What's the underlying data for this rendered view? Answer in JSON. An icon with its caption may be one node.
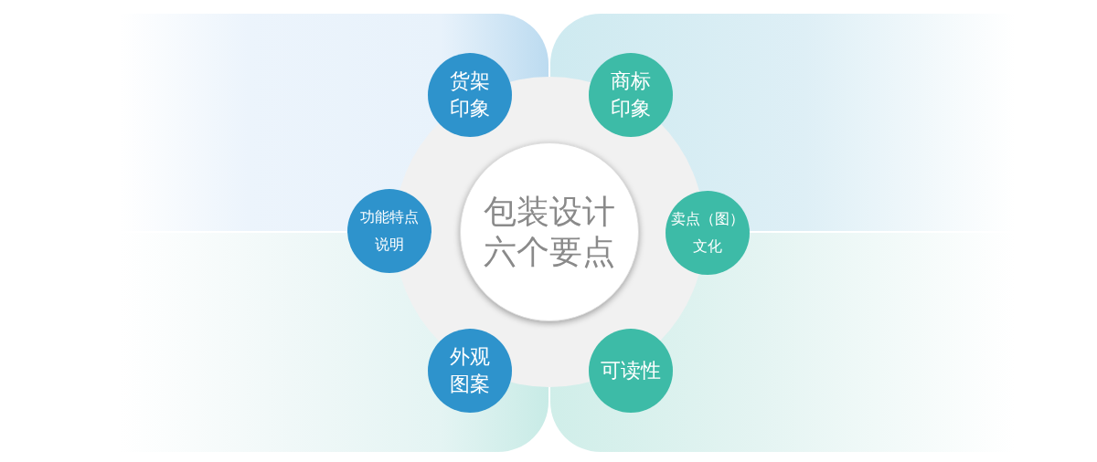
{
  "diagram": {
    "nodes": [
      {
        "text": [
          "货架印象"
        ]
      },
      {
        "text": [
          "商标印象"
        ]
      },
      {
        "text": [
          "功能特点说明"
        ]
      },
      {
        "text": [
          "包装设计六个要点"
        ]
      },
      {
        "text": [
          "卖点（图）文化"
        ]
      },
      {
        "text": [
          "外观图案"
        ]
      },
      {
        "text": [
          "可读性"
        ]
      }
    ]
  }
}
